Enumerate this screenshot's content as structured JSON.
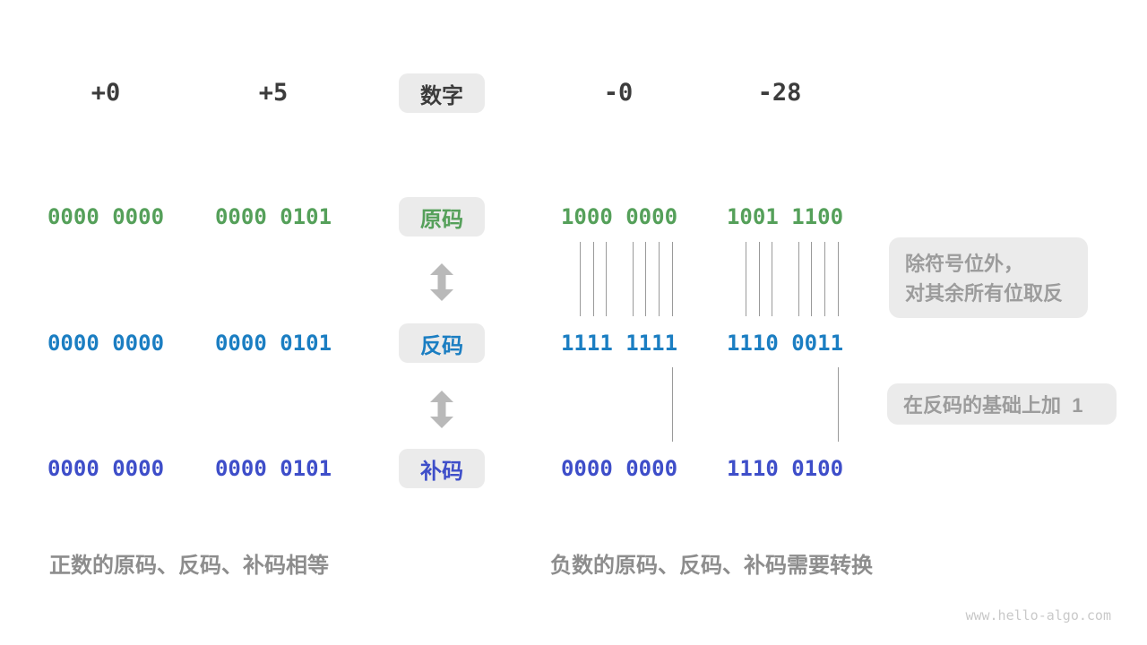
{
  "title_label": "数字",
  "header": {
    "columns": [
      "+0",
      "+5",
      "-0",
      "-28"
    ]
  },
  "rows": [
    {
      "label": "原码",
      "color": "#55a05a",
      "values": [
        "0000 0000",
        "0000 0101",
        "1000 0000",
        "1001 1100"
      ]
    },
    {
      "label": "反码",
      "color": "#1b7ec2",
      "values": [
        "0000 0000",
        "0000 0101",
        "1111 1111",
        "1110 0011"
      ]
    },
    {
      "label": "补码",
      "color": "#3e4ec9",
      "values": [
        "0000 0000",
        "0000 0101",
        "0000 0000",
        "1110 0100"
      ]
    }
  ],
  "annotations": {
    "invert_line1": "除符号位外，",
    "invert_line2": "对其余所有位取反",
    "add_one": "在反码的基础上加  1"
  },
  "captions": {
    "positive": "正数的原码、反码、补码相等",
    "negative": "负数的原码、反码、补码需要转换"
  },
  "watermark": "www.hello-algo.com",
  "colors": {
    "sign_magnitude_green": "#55a05a",
    "ones_complement_blue": "#1b7ec2",
    "twos_complement_indigo": "#3e4ec9",
    "box_gray": "#ebebeb",
    "annotation_text_gray": "#9c9c9c",
    "caption_gray": "#8d8d8d",
    "header_dark": "#3c3c3c"
  }
}
